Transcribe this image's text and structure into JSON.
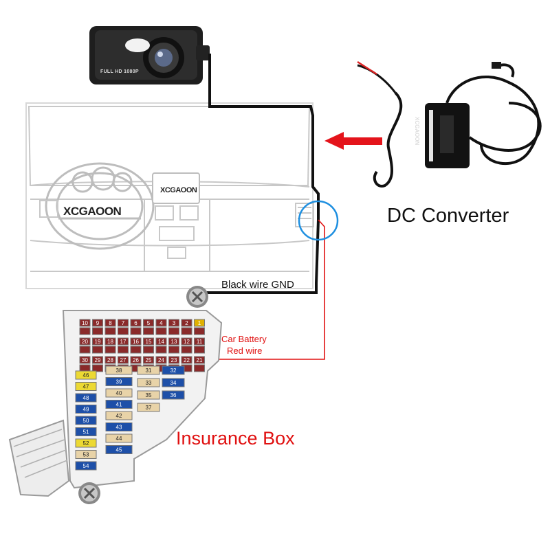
{
  "labels": {
    "dc_converter": "DC Converter",
    "black_wire": "Black wire GND",
    "car_battery": "Car Battery",
    "red_wire": "Red wire",
    "insurance_box": "Insurance Box"
  },
  "camera": {
    "screen_text": "FULL HD 1080P"
  },
  "brand": "XCGAOON",
  "colors": {
    "wire_black": "#111111",
    "wire_red": "#e01010",
    "arrow": "#e4141b",
    "highlight_circle": "#1e8fe0",
    "fuse_blue": "#1d4fa8",
    "fuse_yellow": "#ecd933",
    "fuse_beige": "#e8d3a8",
    "fuse_dark_red": "#8a2a2a"
  },
  "fuse_box": {
    "rows": [
      {
        "cells": [
          "10",
          "9",
          "8",
          "7",
          "6",
          "5",
          "4",
          "3",
          "2",
          "1"
        ]
      },
      {
        "cells": [
          "20",
          "19",
          "18",
          "17",
          "16",
          "15",
          "14",
          "13",
          "12",
          "11"
        ]
      },
      {
        "cells": [
          "30",
          "29",
          "28",
          "27",
          "26",
          "25",
          "24",
          "23",
          "22",
          "21"
        ]
      }
    ],
    "left_column": [
      "46",
      "47",
      "48",
      "49",
      "50",
      "51",
      "52",
      "53",
      "54"
    ],
    "middle": [
      "38",
      "39",
      "40",
      "41",
      "42",
      "43",
      "44",
      "45"
    ],
    "right": [
      "31",
      "32",
      "33",
      "34",
      "35",
      "36",
      "37"
    ],
    "highlighted_fuse": "1"
  }
}
